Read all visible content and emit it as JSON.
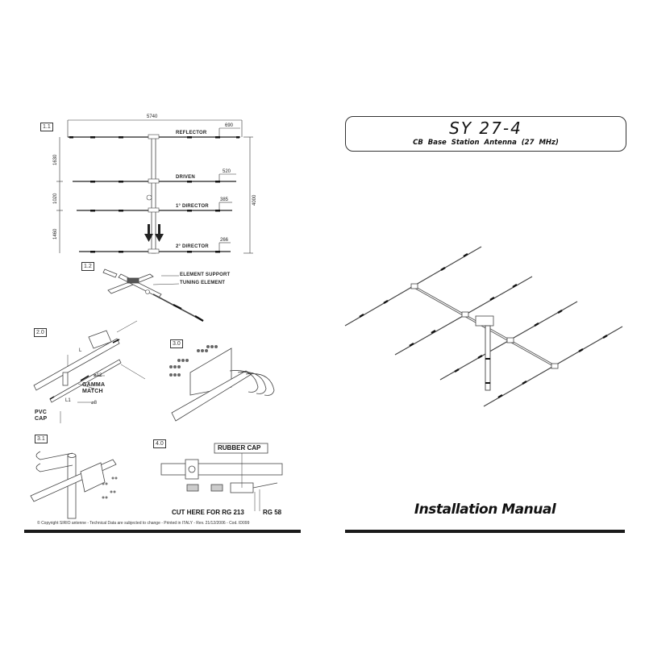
{
  "left_page": {
    "figure_1_1": {
      "label": "1.1",
      "overall_width": "5740",
      "overall_length": "4000",
      "spacings": [
        "1630",
        "1020",
        "1460"
      ],
      "elements": [
        {
          "name": "REFLECTOR",
          "tip": "690"
        },
        {
          "name": "DRIVEN",
          "tip": "520"
        },
        {
          "name": "1° DIRECTOR",
          "tip": "385"
        },
        {
          "name": "2° DIRECTOR",
          "tip": "266"
        }
      ]
    },
    "figure_1_2": {
      "label": "1.2",
      "callouts": [
        "ELEMENT SUPPORT",
        "TUNING ELEMENT"
      ]
    },
    "figure_2_0": {
      "label": "2.0",
      "callouts": {
        "d12": "⌀12",
        "gamma": "GAMMA",
        "match": "MATCH",
        "d8": "⌀8",
        "pvc": "PVC",
        "cap": "CAP",
        "L": "L",
        "L1": "L1"
      }
    },
    "figure_3_0": {
      "label": "3.0"
    },
    "figure_3_1": {
      "label": "3.1"
    },
    "figure_4_0": {
      "label": "4.0",
      "callouts": {
        "rubber_cap": "RUBBER CAP",
        "cut_here": "CUT HERE FOR RG 213",
        "rg58": "RG 58"
      }
    },
    "copyright": "© Copyright SIRIO antenne - Technical Data are subjected to change - Printed in ITALY - Rev. 21/12/2006 - Cod. ID099"
  },
  "right_page": {
    "title": "SY 27-4",
    "subtitle": "CB   Base Station Antenna (27 MHz)",
    "footer_title": "Installation Manual"
  }
}
